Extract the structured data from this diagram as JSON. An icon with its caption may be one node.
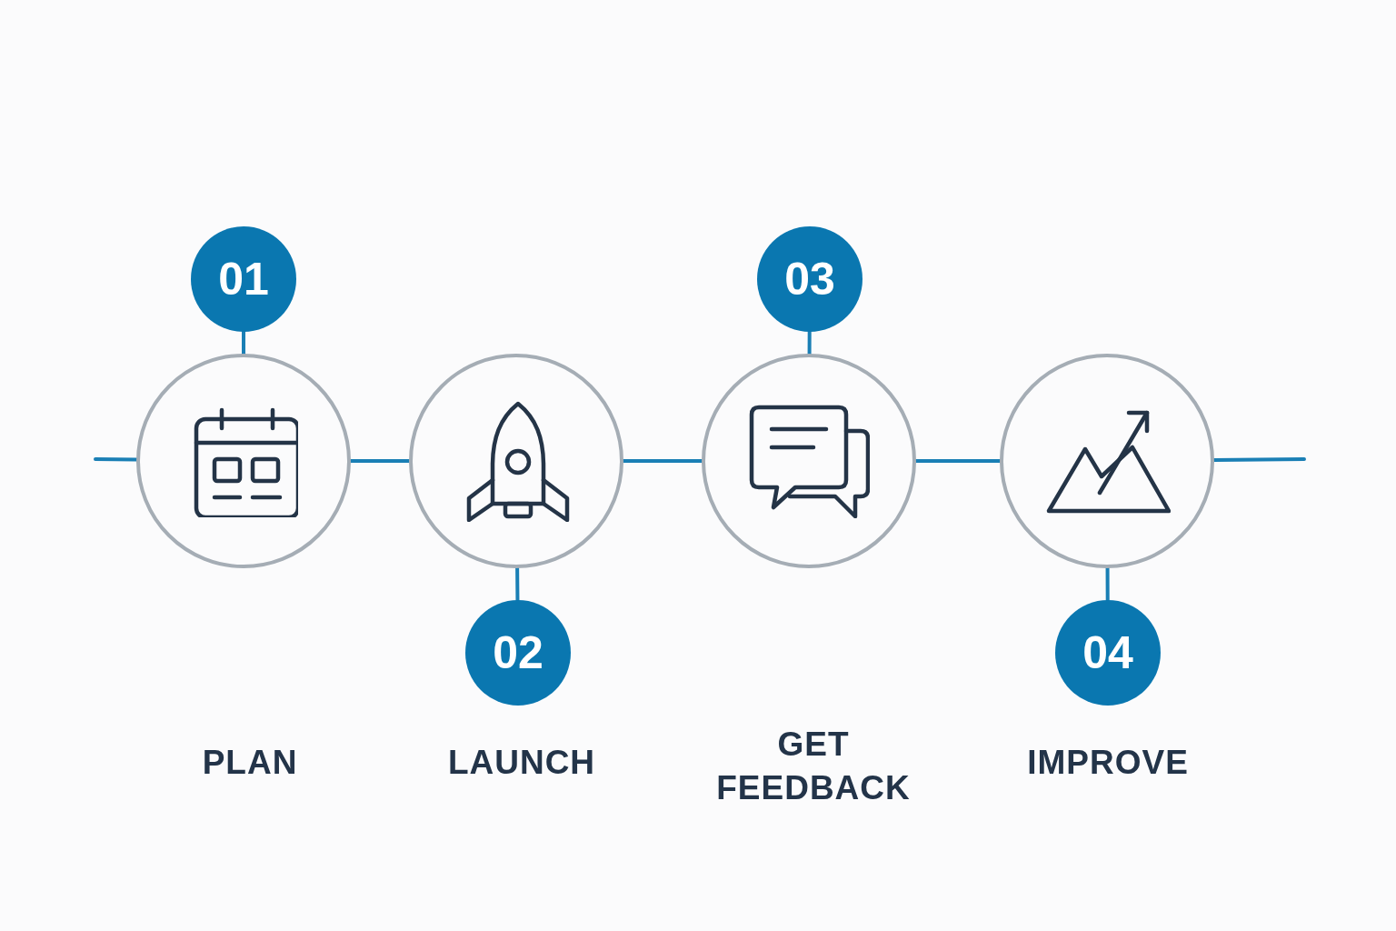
{
  "diagram": {
    "nodes": [
      {
        "text": [
          "01"
        ]
      },
      {
        "text": [],
        "shape": "circle"
      },
      {
        "text": [],
        "shape": "circle"
      },
      {
        "text": [
          "02"
        ]
      },
      {
        "text": [
          "03"
        ]
      },
      {
        "text": [],
        "shape": "circle"
      },
      {
        "text": [],
        "shape": "circle"
      },
      {
        "text": [
          "04"
        ]
      }
    ],
    "edges": [
      {
        "from": null,
        "to": 1,
        "arrow": "none"
      },
      {
        "from": 1,
        "to": 2,
        "arrow": "none"
      },
      {
        "from": 2,
        "to": 5,
        "arrow": "none"
      },
      {
        "from": 5,
        "to": 6,
        "arrow": "none"
      },
      {
        "from": 6,
        "to": null,
        "arrow": "none"
      },
      {
        "from": 0,
        "to": 1,
        "arrow": "none"
      },
      {
        "from": 3,
        "to": 2,
        "arrow": "none"
      },
      {
        "from": 4,
        "to": 5,
        "arrow": "none"
      },
      {
        "from": 7,
        "to": 6,
        "arrow": "none"
      }
    ],
    "labels": [
      "PLAN",
      "LAUNCH",
      "GET FEEDBACK",
      "IMPROVE"
    ]
  }
}
